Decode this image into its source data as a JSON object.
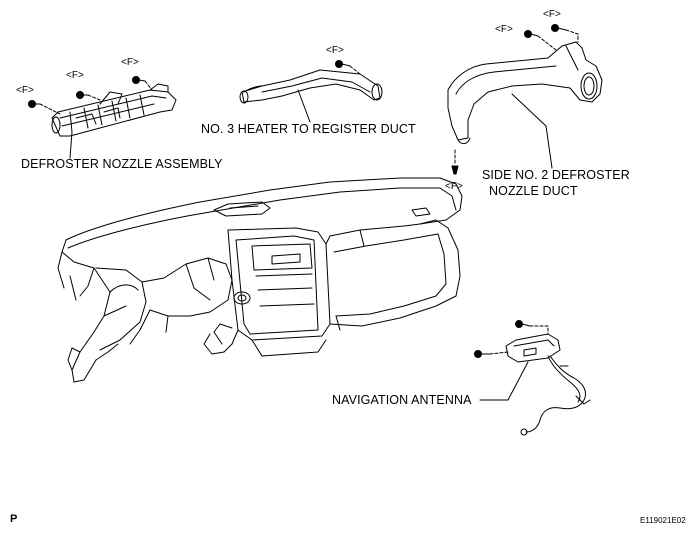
{
  "labels": {
    "defroster_nozzle_assembly": "DEFROSTER NOZZLE ASSEMBLY",
    "heater_duct": "NO. 3 HEATER TO REGISTER DUCT",
    "side_duct_line1": "SIDE NO. 2 DEFROSTER",
    "side_duct_line2": "NOZZLE DUCT",
    "navigation_antenna": "NAVIGATION ANTENNA"
  },
  "fastener_label": "<F>",
  "page_marker": "P",
  "figure_code": "E119021E02"
}
